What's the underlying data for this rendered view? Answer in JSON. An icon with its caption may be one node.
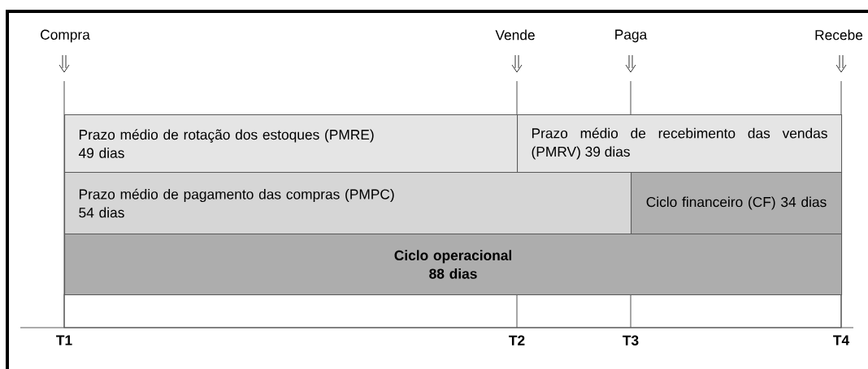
{
  "diagram": {
    "nodes": [
      {
        "text": [
          "Prazo médio de rotação dos estoques (PMRE)",
          "49 dias"
        ]
      },
      {
        "text": [
          "Prazo médio de recebimento das vendas (PMRV) 39 dias"
        ]
      },
      {
        "text": [
          "Prazo médio de pagamento das compras (PMPC)",
          "54 dias"
        ]
      },
      {
        "text": [
          "Ciclo financeiro (CF) 34 dias"
        ]
      },
      {
        "text": [
          "Ciclo operacional",
          "88 dias"
        ]
      }
    ],
    "labels": [
      "Compra",
      "Vende",
      "Paga",
      "Recebe",
      "T1",
      "T2",
      "T3",
      "T4"
    ]
  }
}
